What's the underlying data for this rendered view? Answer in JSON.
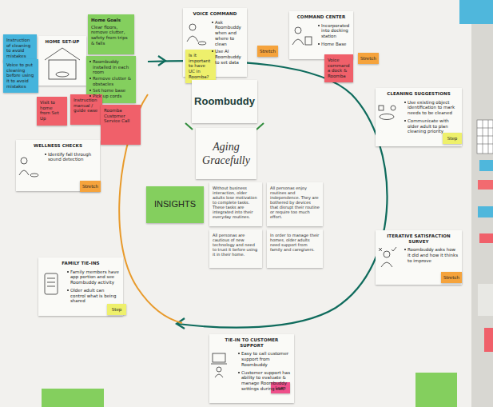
{
  "diagram": {
    "nodes": [
      {
        "text": [
          "HOME SET-UP"
        ]
      },
      {
        "text": [
          "Instruction of cleaning to avoid mistakes"
        ]
      },
      {
        "text": [
          "Voice to put cleaning before using it to avoid mistakes"
        ]
      },
      {
        "text": [
          "Home Goals",
          "Clear floors, remove clutter, safety from trips & falls"
        ]
      },
      {
        "text": [
          "Roombuddy installed in each room",
          "Remove clutter & obstacles",
          "Set home base",
          "Pick up cords"
        ]
      },
      {
        "text": [
          "Visit to home from Set Up"
        ]
      },
      {
        "text": [
          "Instruction manual / guide ease"
        ]
      },
      {
        "text": [
          "Roomba Customer Service Call"
        ]
      },
      {
        "text": [
          "VOICE COMMAND",
          "Ask Roombuddy when and where to clean",
          "Use AI Roombuddy to set data"
        ]
      },
      {
        "text": [
          "Is it important to have UC in Roomba?"
        ]
      },
      {
        "text": [
          "Stretch"
        ]
      },
      {
        "text": [
          "COMMAND CENTER",
          "Incorporated into docking station",
          "Home Base"
        ]
      },
      {
        "text": [
          "Voice command a dock & Roomba"
        ]
      },
      {
        "text": [
          "Stretch"
        ]
      },
      {
        "text": [
          "Roombuddy"
        ]
      },
      {
        "text": [
          "Aging Gracefully"
        ]
      },
      {
        "text": [
          "INSIGHTS"
        ]
      },
      {
        "text": [
          "Without business interaction, older adults lose motivation to complete tasks. These tasks are integrated into their everyday routines."
        ]
      },
      {
        "text": [
          "All personas enjoy routines and independence. They are bothered by devices that disrupt their routine or require too much effort."
        ]
      },
      {
        "text": [
          "All personas are cautious of new technology and need to trust it before using it in their home."
        ]
      },
      {
        "text": [
          "In order to manage their homes, older adults need support from family and caregivers."
        ]
      },
      {
        "text": [
          "CLEANING SUGGESTIONS",
          "Use existing object identification to mark needs to be cleaned",
          "Communicate with older adult to plan cleaning priority"
        ]
      },
      {
        "text": [
          "Step"
        ]
      },
      {
        "text": [
          "ITERATIVE SATISFACTION SURVEY",
          "Roombuddy asks how it did and how it thinks to improve"
        ]
      },
      {
        "text": [
          "Stretch"
        ]
      },
      {
        "text": [
          "WELLNESS CHECKS",
          "Identify fall through sound detection"
        ]
      },
      {
        "text": [
          "Stretch"
        ]
      },
      {
        "text": [
          "FAMILY TIE-INS",
          "Family members have app portion and see Roombuddy activity",
          "Older adult can control what is being shared"
        ]
      },
      {
        "text": [
          "Step"
        ]
      },
      {
        "text": [
          "TIE-IN TO CUSTOMER SUPPORT",
          "Easy to call customer support from Roombuddy",
          "Customer support has ability to evaluate & manage Roombuddy settings during call"
        ]
      },
      {
        "text": [
          "Leap"
        ]
      }
    ]
  }
}
